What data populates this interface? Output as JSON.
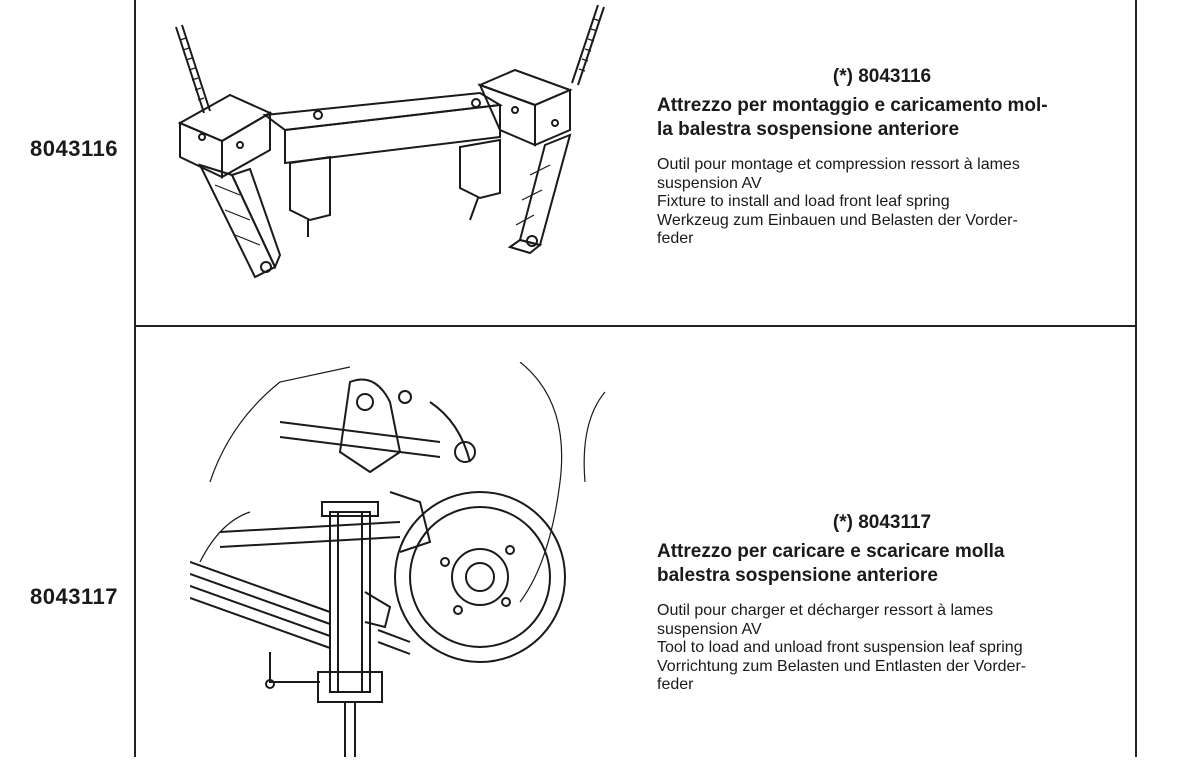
{
  "items": [
    {
      "code": "8043116",
      "star_code": "(*) 8043116",
      "title_lines": [
        "Attrezzo per montaggio e caricamento mol-",
        "la balestra sospensione anteriore"
      ],
      "desc_lines": [
        "Outil pour montage et compression ressort à lames",
        "suspension AV",
        "Fixture to install and load front leaf spring",
        "Werkzeug zum Einbauen und Belasten der Vorder-",
        "feder"
      ]
    },
    {
      "code": "8043117",
      "star_code": "(*) 8043117",
      "title_lines": [
        "Attrezzo per caricare e scaricare molla",
        "balestra sospensione anteriore"
      ],
      "desc_lines": [
        "Outil pour charger et décharger ressort à lames",
        "suspension AV",
        "Tool to load and unload front suspension leaf spring",
        "Vorrichtung zum Belasten und Entlasten der Vorder-",
        "feder"
      ]
    }
  ]
}
